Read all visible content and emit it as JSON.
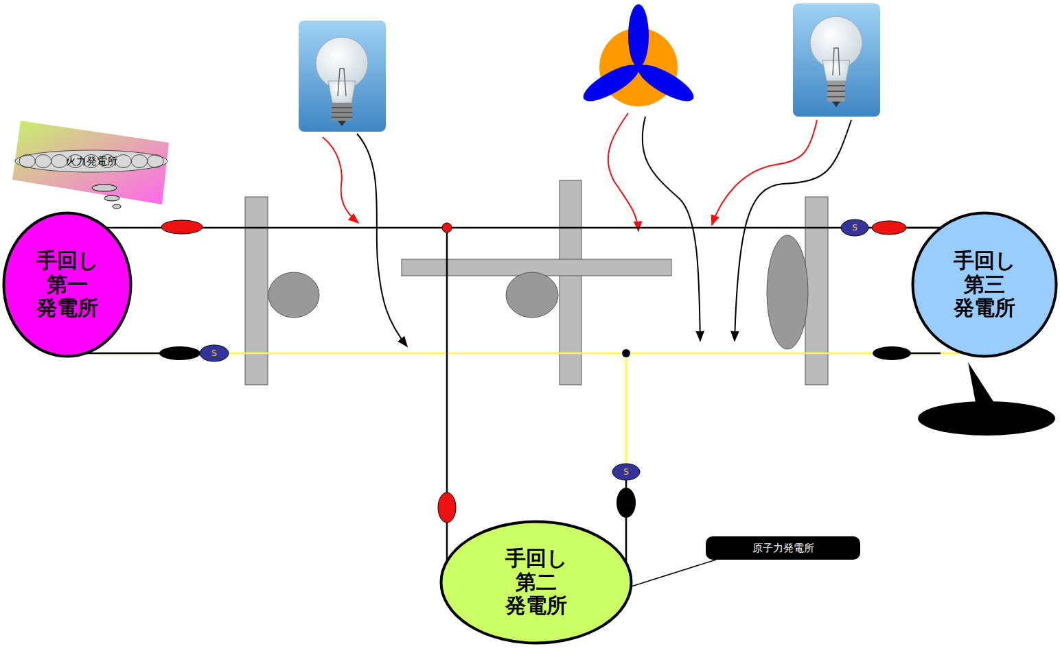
{
  "diagram": {
    "nodes": [
      {
        "text": [
          "火力発電所"
        ]
      },
      {
        "text": [
          "手回し 第一 発電所"
        ]
      },
      {
        "text": [
          "手回し 第三 発電所"
        ]
      },
      {
        "text": [
          "手回し 第二 発電所"
        ]
      },
      {
        "text": [
          "原子力発電所"
        ]
      }
    ],
    "edges": [
      {
        "from": 1,
        "to": 2,
        "arrow": "none"
      },
      {
        "from": 1,
        "to": 2,
        "arrow": "none"
      },
      {
        "from": 4,
        "to": 3,
        "arrow": "none"
      }
    ],
    "labels": [
      "S",
      "S",
      "S"
    ]
  }
}
